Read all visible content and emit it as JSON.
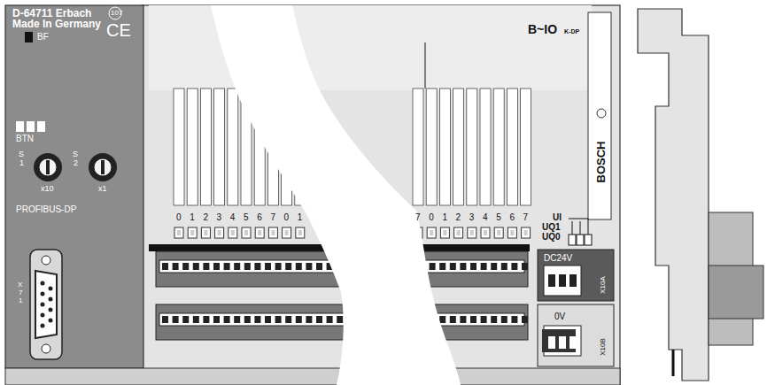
{
  "diagram": {
    "labels": [
      "D-64711 Erbach",
      "107",
      "Made In Germany",
      "CE",
      "BF",
      "BTN",
      "S",
      "1",
      "S",
      "2",
      "x10",
      "x1",
      "PROFIBUS-DP",
      "X",
      "7",
      "1",
      "B~IO",
      "K-DP",
      "BOSCH",
      "0",
      "1",
      "2",
      "3",
      "4",
      "5",
      "6",
      "7",
      "0",
      "1",
      "7",
      "0",
      "1",
      "2",
      "3",
      "4",
      "5",
      "6",
      "7",
      "UI",
      "UQ1",
      "UQ0",
      "DC24V",
      "X10A",
      "0V",
      "X10B"
    ]
  }
}
